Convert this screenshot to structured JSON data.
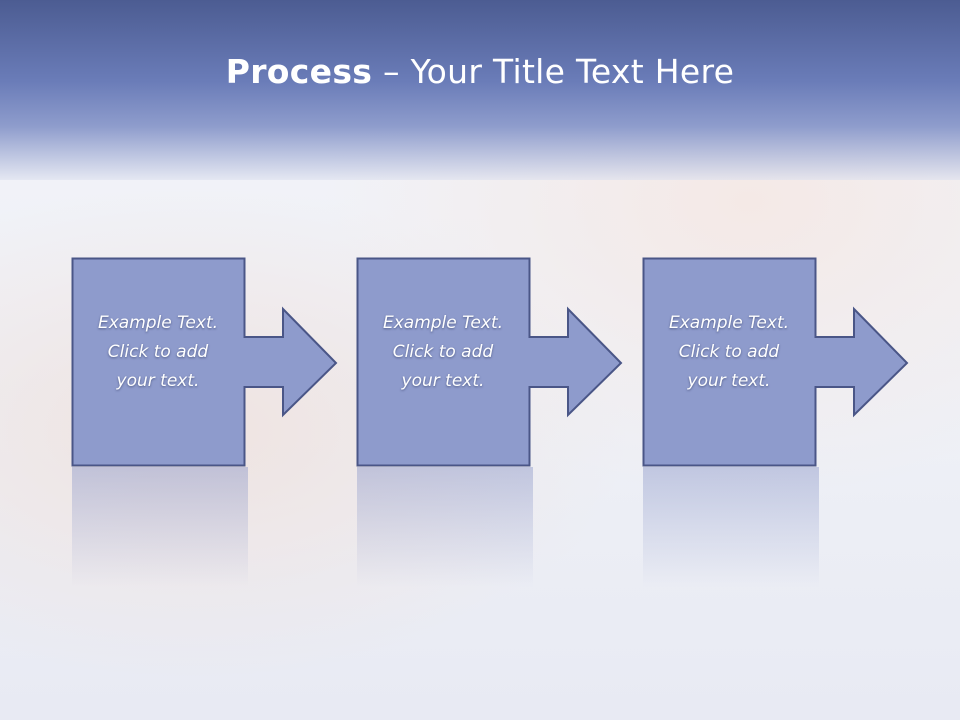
{
  "slide": {
    "title_bold": "Process",
    "title_rest": " – Your Title Text Here",
    "steps": [
      {
        "text": "Example Text.\nClick  to add\nyour text."
      },
      {
        "text": "Example Text.\nClick  to add\nyour text."
      },
      {
        "text": "Example Text.\nClick  to add\nyour text."
      }
    ]
  },
  "colors": {
    "header_top": "#4c5c92",
    "box_fill": "#8e9bcc",
    "box_stroke": "#4a5687"
  }
}
